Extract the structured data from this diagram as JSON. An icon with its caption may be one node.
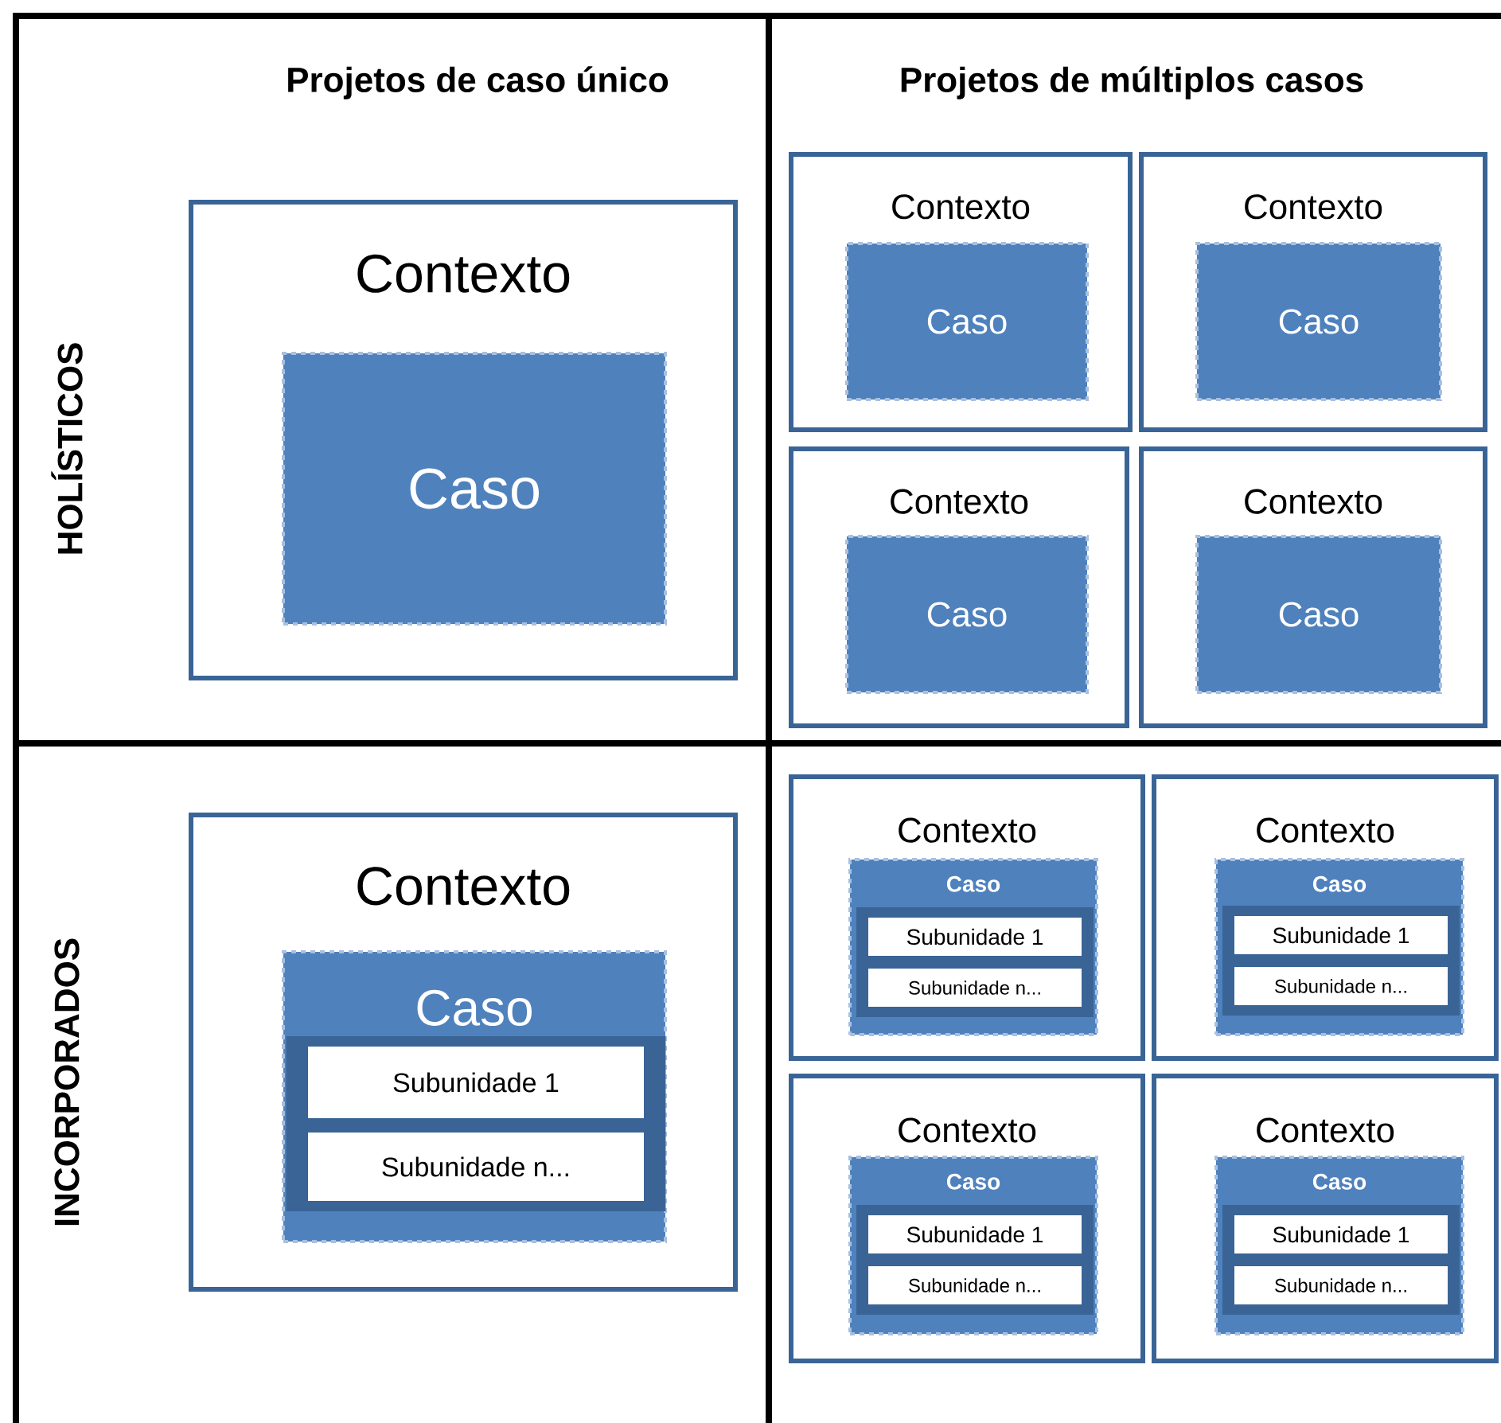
{
  "diagram": {
    "nodes": [
      {
        "text": [
          "Contexto"
        ]
      },
      {
        "text": [
          "Caso"
        ],
        "in": 0
      },
      {
        "text": [
          "Contexto"
        ]
      },
      {
        "text": [
          "Caso"
        ],
        "in": 2
      },
      {
        "text": [
          "Contexto"
        ]
      },
      {
        "text": [
          "Caso"
        ],
        "in": 4
      },
      {
        "text": [
          "Contexto"
        ]
      },
      {
        "text": [
          "Caso"
        ],
        "in": 6
      },
      {
        "text": [
          "Contexto"
        ]
      },
      {
        "text": [
          "Caso"
        ],
        "in": 8
      },
      {
        "text": [
          "Contexto"
        ]
      },
      {
        "text": [
          "Caso"
        ],
        "in": 10
      },
      {
        "text": [
          "Subunidade 1"
        ],
        "in": 11
      },
      {
        "text": [
          "Subunidade n..."
        ],
        "in": 11
      },
      {
        "text": [
          "Contexto"
        ]
      },
      {
        "text": [
          "Caso"
        ],
        "in": 14
      },
      {
        "text": [
          "Subunidade 1"
        ],
        "in": 15
      },
      {
        "text": [
          "Subunidade n..."
        ],
        "in": 15
      },
      {
        "text": [
          "Contexto"
        ]
      },
      {
        "text": [
          "Caso"
        ],
        "in": 18
      },
      {
        "text": [
          "Subunidade 1"
        ],
        "in": 19
      },
      {
        "text": [
          "Subunidade n..."
        ],
        "in": 19
      },
      {
        "text": [
          "Contexto"
        ]
      },
      {
        "text": [
          "Caso"
        ],
        "in": 22
      },
      {
        "text": [
          "Subunidade 1"
        ],
        "in": 23
      },
      {
        "text": [
          "Subunidade n..."
        ],
        "in": 23
      },
      {
        "text": [
          "Contexto"
        ]
      },
      {
        "text": [
          "Caso"
        ],
        "in": 26
      },
      {
        "text": [
          "Subunidade 1"
        ],
        "in": 27
      },
      {
        "text": [
          "Subunidade n..."
        ],
        "in": 27
      }
    ],
    "labels": [
      "Projetos de caso único",
      "Projetos de múltiplos casos",
      "HOLÍSTICOS",
      "INCORPORADOS"
    ]
  }
}
